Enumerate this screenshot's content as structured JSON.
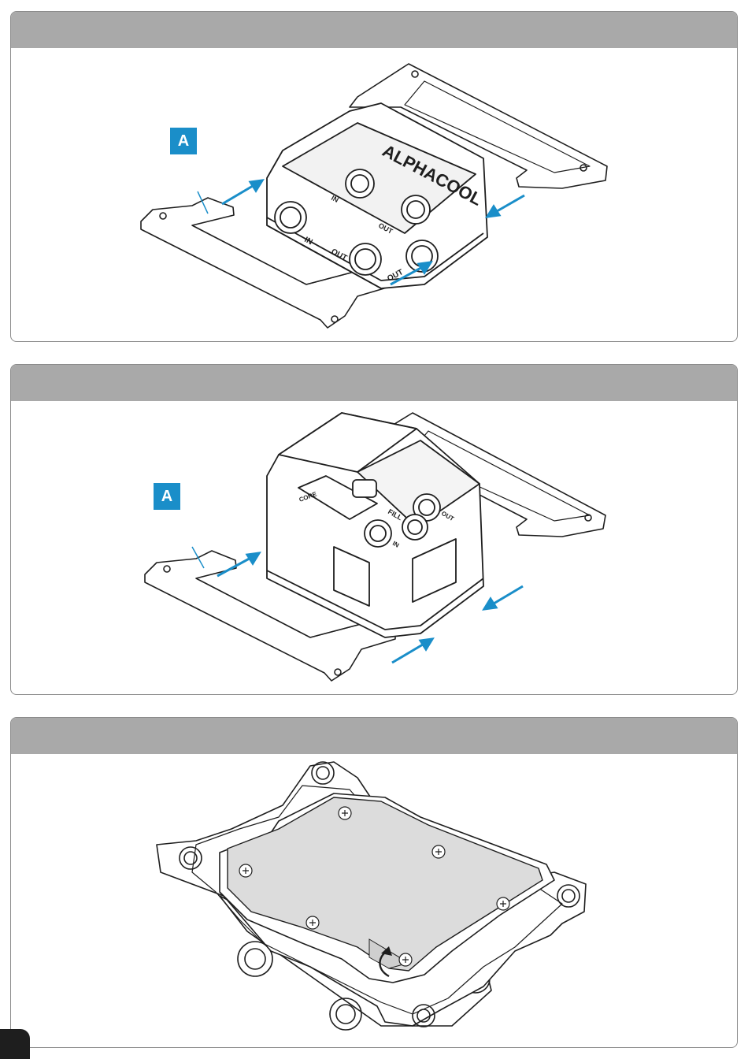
{
  "steps": [
    {
      "callout": "A",
      "block_labels": {
        "logo": "ALPHACOOL",
        "top_in": "IN",
        "top_out": "OUT",
        "side_in": "IN",
        "side_out_1": "OUT",
        "side_out_2": "OUT"
      }
    },
    {
      "callout": "A",
      "block_labels": {
        "brand": "CORE",
        "fill": "FILL",
        "in": "IN",
        "out": "OUT"
      }
    },
    {
      "callout": "",
      "block_labels": {}
    }
  ],
  "colors": {
    "header": "#a9a9a9",
    "accent": "#1a8ec9",
    "line": "#1e1e1e",
    "protective_film": "#dcdcdc"
  }
}
